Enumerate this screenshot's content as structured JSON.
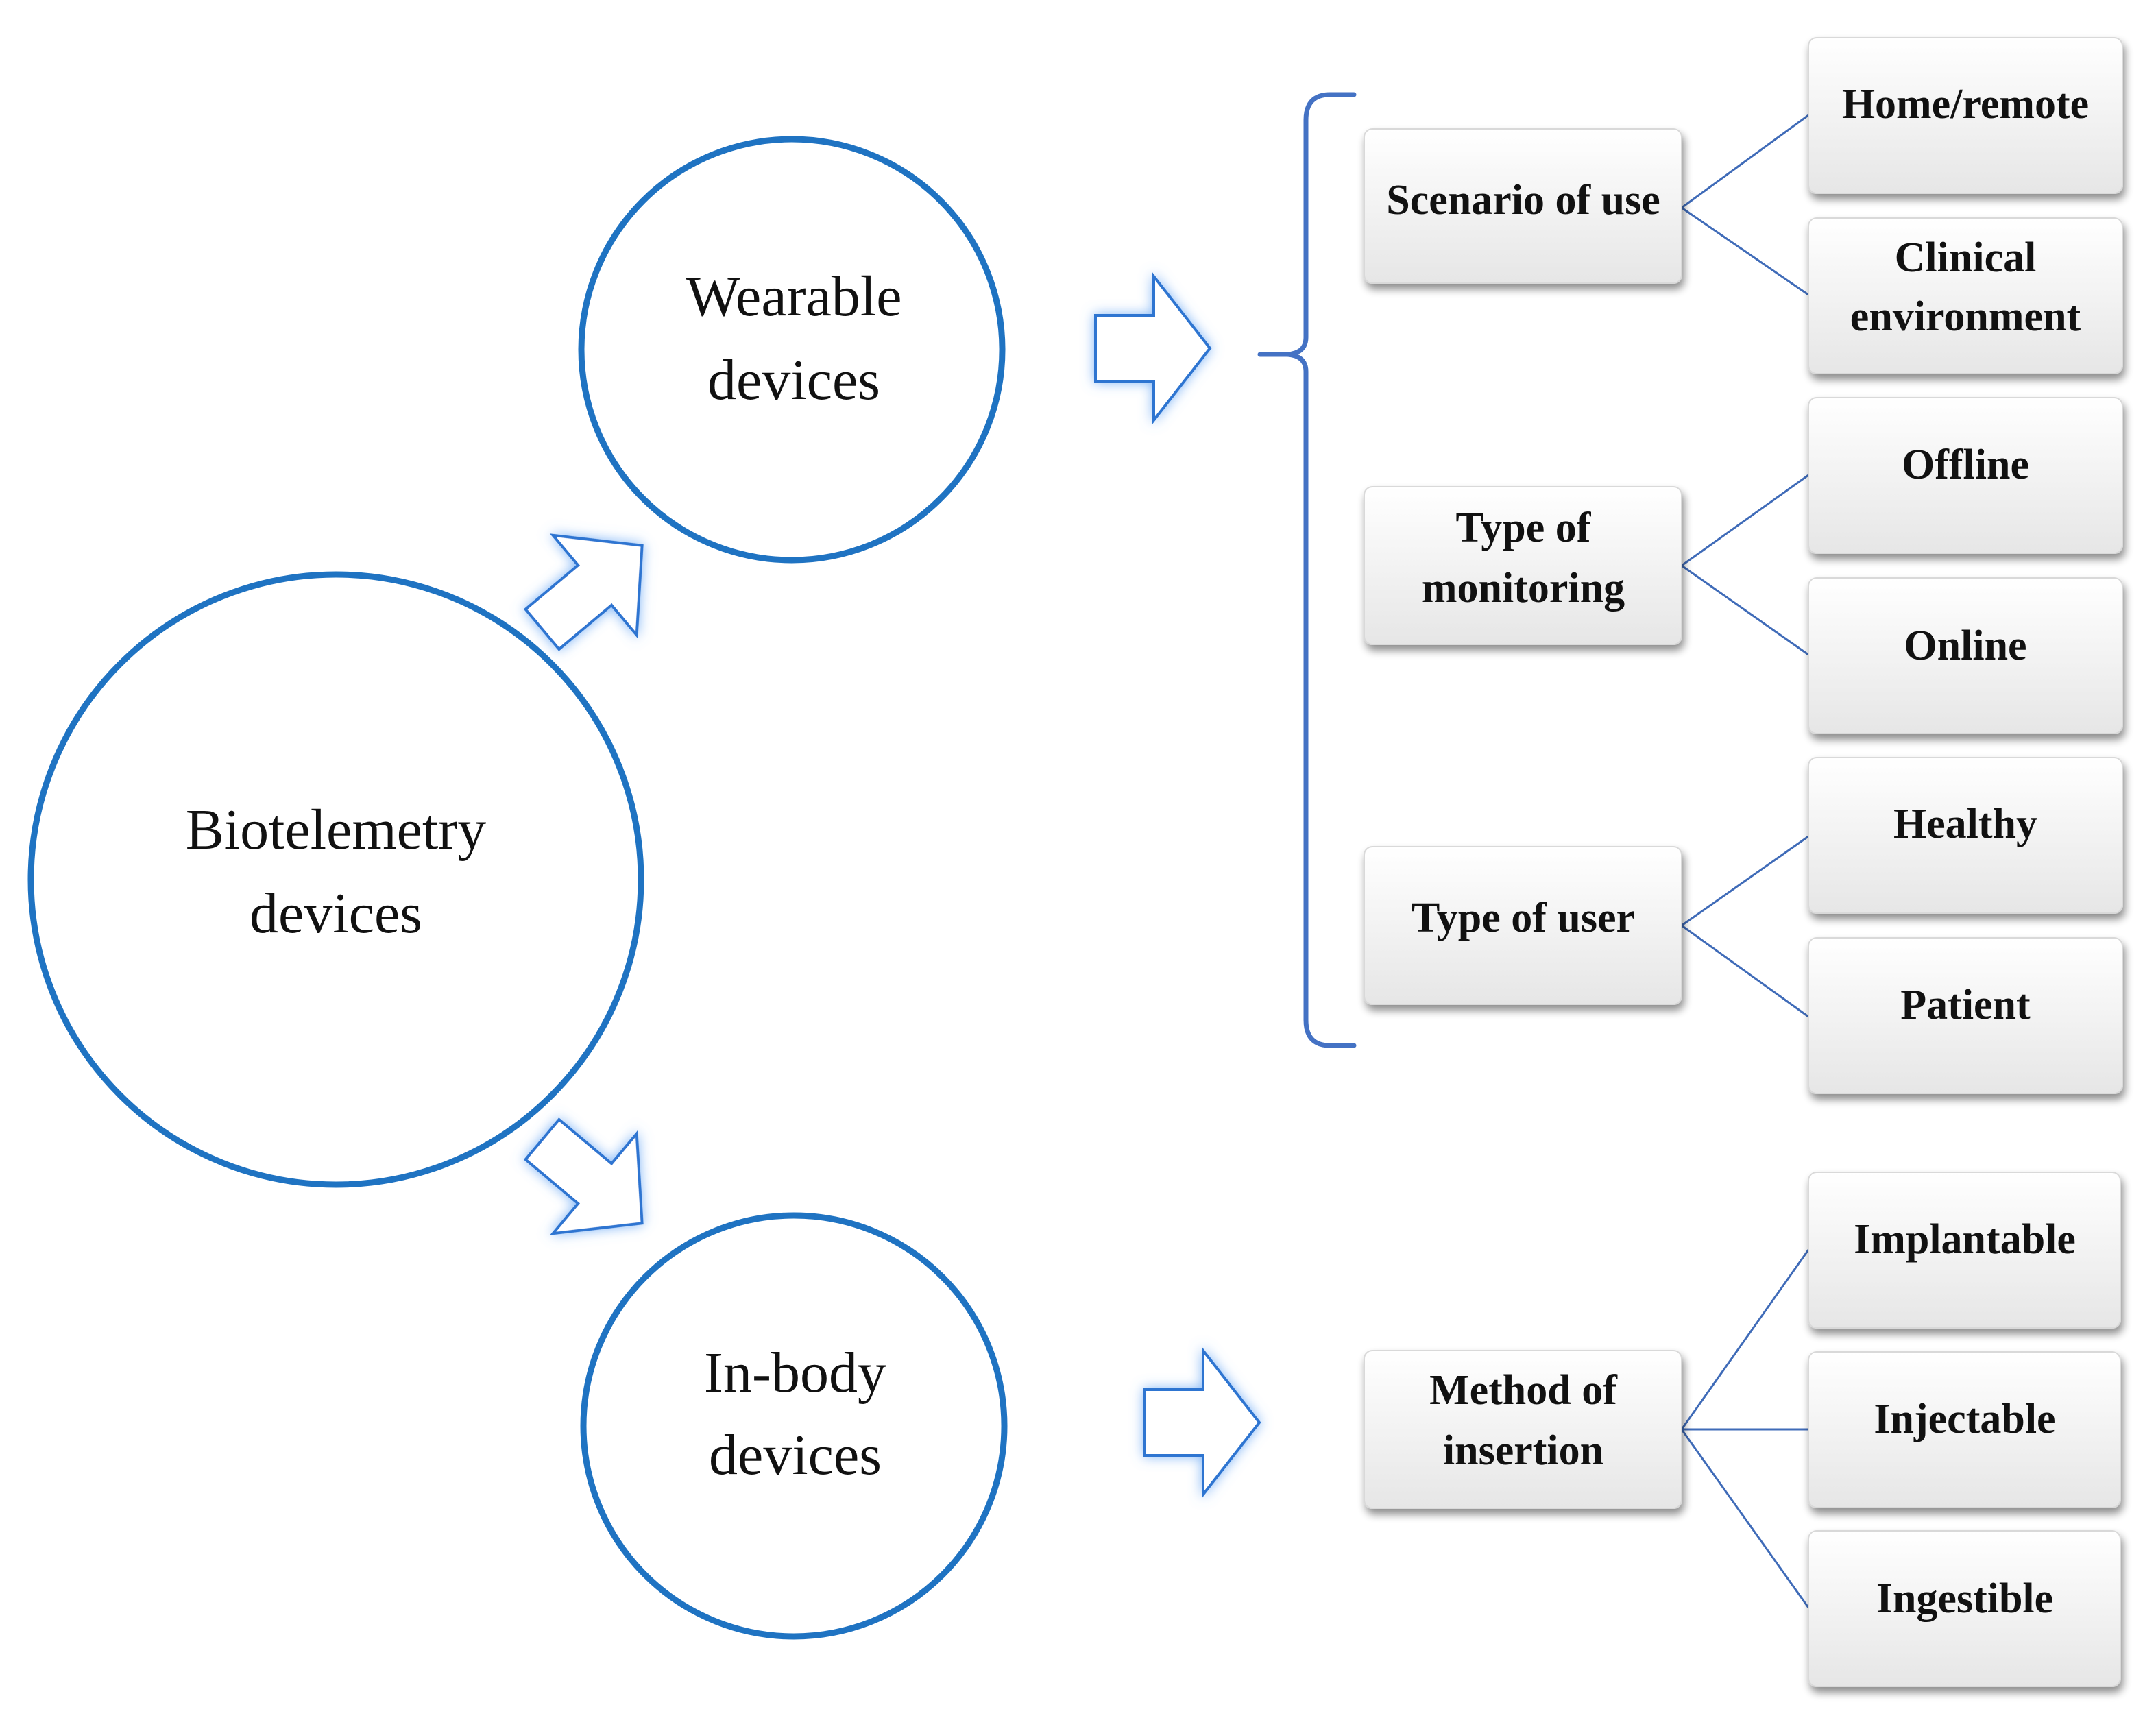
{
  "circles": {
    "root": {
      "line1": "Biotelemetry",
      "line2": "devices"
    },
    "wearable": {
      "line1": "Wearable",
      "line2": "devices"
    },
    "inbody": {
      "line1": "In-body",
      "line2": "devices"
    }
  },
  "categories": {
    "scenario": {
      "line1": "Scenario of use"
    },
    "monitoring": {
      "line1": "Type of",
      "line2": "monitoring"
    },
    "user": {
      "line1": "Type of user"
    },
    "insertion": {
      "line1": "Method of",
      "line2": "insertion"
    }
  },
  "options": {
    "home_remote": {
      "line1": "Home/remote"
    },
    "clinical": {
      "line1": "Clinical",
      "line2": "environment"
    },
    "offline": {
      "line1": "Offline"
    },
    "online": {
      "line1": "Online"
    },
    "healthy": {
      "line1": "Healthy"
    },
    "patient": {
      "line1": "Patient"
    },
    "implantable": {
      "line1": "Implantable"
    },
    "injectable": {
      "line1": "Injectable"
    },
    "ingestible": {
      "line1": "Ingestible"
    }
  },
  "colors": {
    "circle_stroke": "#1f73c2",
    "arrow_stroke": "#2e75d1",
    "brace": "#4472c4",
    "connector": "#3f6bb8"
  }
}
